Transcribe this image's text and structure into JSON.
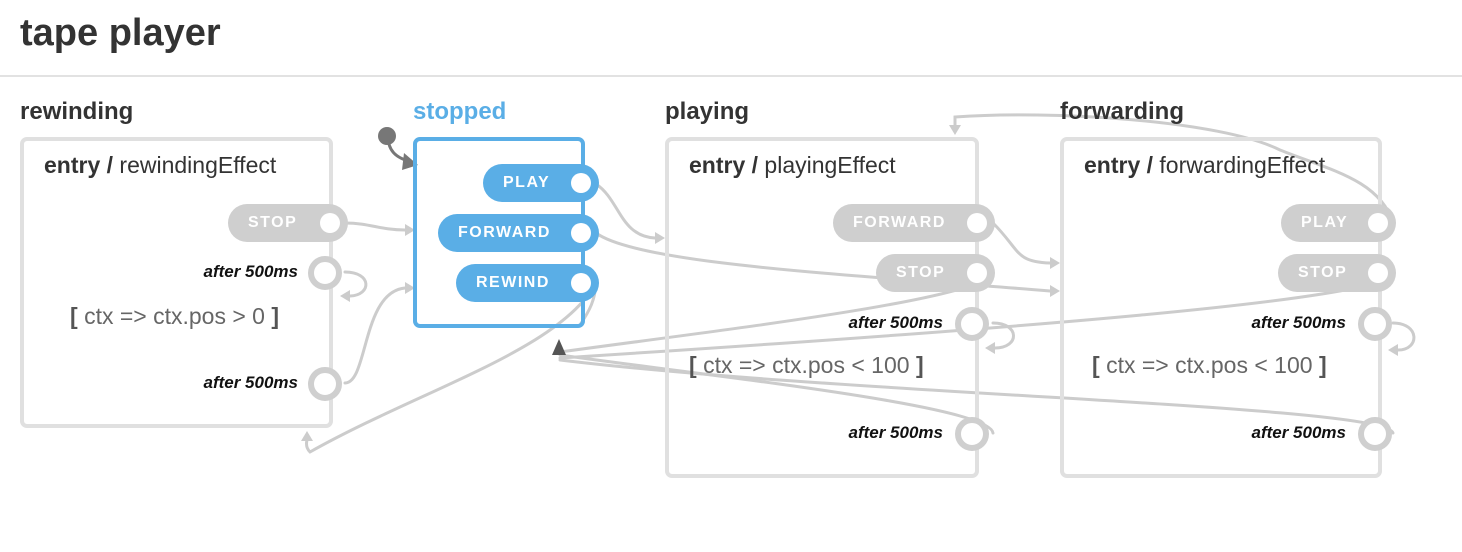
{
  "page": {
    "title": "tape player"
  },
  "states": {
    "rewinding": {
      "name": "rewinding",
      "entry_keyword": "entry /",
      "entry_action": "rewindingEffect",
      "events": [
        {
          "label": "STOP"
        }
      ],
      "delays": [
        {
          "label": "after 500ms"
        },
        {
          "label": "after 500ms"
        }
      ],
      "guard": {
        "open": "[",
        "text": "ctx => ctx.pos > 0",
        "close": "]"
      }
    },
    "stopped": {
      "name": "stopped",
      "initial": true,
      "active": true,
      "events": [
        {
          "label": "PLAY"
        },
        {
          "label": "FORWARD"
        },
        {
          "label": "REWIND"
        }
      ]
    },
    "playing": {
      "name": "playing",
      "entry_keyword": "entry /",
      "entry_action": "playingEffect",
      "events": [
        {
          "label": "FORWARD"
        },
        {
          "label": "STOP"
        }
      ],
      "delays": [
        {
          "label": "after 500ms"
        },
        {
          "label": "after 500ms"
        }
      ],
      "guard": {
        "open": "[",
        "text": "ctx => ctx.pos < 100",
        "close": "]"
      }
    },
    "forwarding": {
      "name": "forwarding",
      "entry_keyword": "entry /",
      "entry_action": "forwardingEffect",
      "events": [
        {
          "label": "PLAY"
        },
        {
          "label": "STOP"
        }
      ],
      "delays": [
        {
          "label": "after 500ms"
        },
        {
          "label": "after 500ms"
        }
      ],
      "guard": {
        "open": "[",
        "text": "ctx => ctx.pos < 100",
        "close": "]"
      }
    }
  },
  "colors": {
    "active": "#5aaee6",
    "inactive_event": "#cfcfcf",
    "state_border": "#e0e0e0",
    "edge": "#cccccc",
    "title_rule": "#e2e2e2"
  }
}
